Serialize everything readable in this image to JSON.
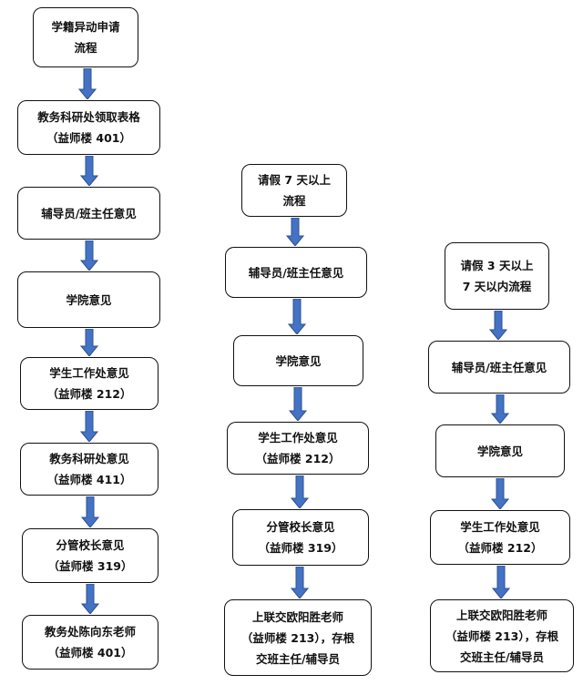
{
  "colors": {
    "arrow_fill": "#4472C4",
    "arrow_stroke": "#2F528F",
    "box_border": "#111111"
  },
  "flows": [
    {
      "name": "general",
      "steps": [
        {
          "lines": [
            "学籍异动申请",
            "流程"
          ]
        },
        {
          "lines": [
            "教务科研处领取表格",
            "（益师楼 401）"
          ]
        },
        {
          "lines": [
            "辅导员/班主任意见"
          ]
        },
        {
          "lines": [
            "学院意见"
          ]
        },
        {
          "lines": [
            "学生工作处意见",
            "（益师楼 212）"
          ]
        },
        {
          "lines": [
            "教务科研处意见",
            "（益师楼 411）"
          ]
        },
        {
          "lines": [
            "分管校长意见",
            "（益师楼 319）"
          ]
        },
        {
          "lines": [
            "教务处陈向东老师",
            "（益师楼 401）"
          ]
        }
      ]
    },
    {
      "name": "leave-over-7-days",
      "steps": [
        {
          "lines": [
            "请假 7 天以上",
            "流程"
          ]
        },
        {
          "lines": [
            "辅导员/班主任意见"
          ]
        },
        {
          "lines": [
            "学院意见"
          ]
        },
        {
          "lines": [
            "学生工作处意见",
            "（益师楼 212）"
          ]
        },
        {
          "lines": [
            "分管校长意见",
            "（益师楼 319）"
          ]
        },
        {
          "lines": [
            "上联交欧阳胜老师",
            "（益师楼 213），存根",
            "交班主任/辅导员"
          ]
        }
      ]
    },
    {
      "name": "leave-3-to-7-days",
      "steps": [
        {
          "lines": [
            "请假 3 天以上",
            "7 天以内流程"
          ]
        },
        {
          "lines": [
            "辅导员/班主任意见"
          ]
        },
        {
          "lines": [
            "学院意见"
          ]
        },
        {
          "lines": [
            "学生工作处意见",
            "（益师楼 212）"
          ]
        },
        {
          "lines": [
            "上联交欧阳胜老师",
            "（益师楼 213），存根",
            "交班主任/辅导员"
          ]
        }
      ]
    }
  ]
}
